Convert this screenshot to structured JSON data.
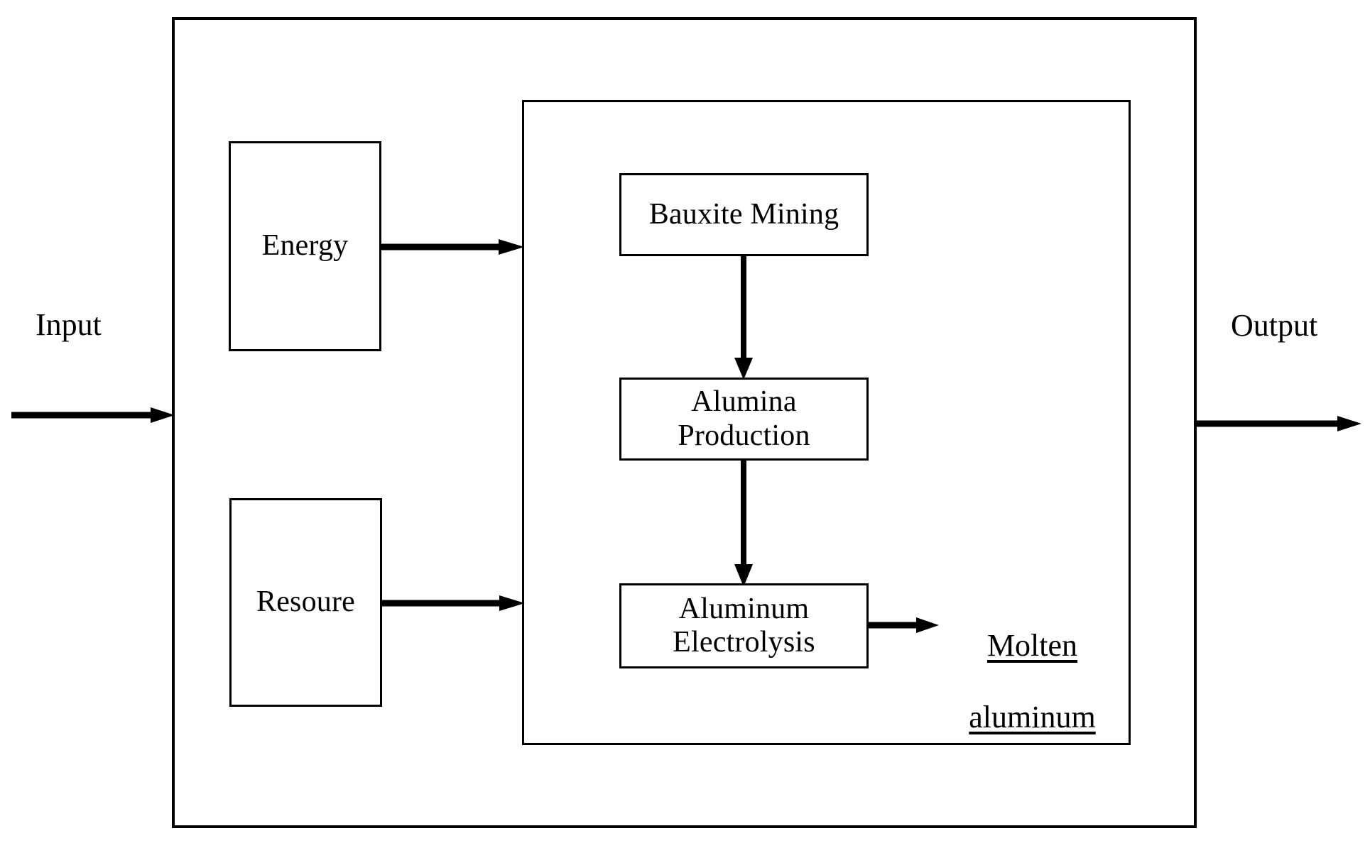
{
  "diagram": {
    "title": "Aluminum production process black-box flow diagram",
    "frames": {
      "outer": {
        "name": "system-boundary"
      },
      "inner": {
        "name": "process-boundary"
      }
    },
    "input_label": "Input",
    "output_label": "Output",
    "resources": [
      {
        "id": "energy",
        "label": "Energy"
      },
      {
        "id": "resoure",
        "label": "Resoure"
      }
    ],
    "process_steps": [
      {
        "id": "bauxite-mining",
        "label": "Bauxite Mining"
      },
      {
        "id": "alumina-production",
        "label": "Alumina\nProduction"
      },
      {
        "id": "aluminum-electrolysis",
        "label": "Aluminum\nElectrolysis"
      }
    ],
    "product": {
      "id": "molten-aluminum",
      "line1": "Molten",
      "line2": "aluminum"
    },
    "colors": {
      "stroke": "#000000",
      "background": "#ffffff",
      "text": "#000000"
    }
  },
  "chart_data": {
    "type": "diagram",
    "title": "Aluminum production black-box flow diagram",
    "nodes": [
      {
        "id": "energy",
        "label": "Energy",
        "kind": "input-resource"
      },
      {
        "id": "resoure",
        "label": "Resoure",
        "kind": "input-resource"
      },
      {
        "id": "bauxite-mining",
        "label": "Bauxite Mining",
        "kind": "process"
      },
      {
        "id": "alumina-production",
        "label": "Alumina Production",
        "kind": "process"
      },
      {
        "id": "aluminum-electrolysis",
        "label": "Aluminum Electrolysis",
        "kind": "process"
      },
      {
        "id": "molten-aluminum",
        "label": "Molten aluminum",
        "kind": "product"
      }
    ],
    "edges": [
      {
        "from": "input",
        "to": "system-boundary",
        "label": "Input"
      },
      {
        "from": "energy",
        "to": "process-boundary",
        "label": ""
      },
      {
        "from": "resoure",
        "to": "process-boundary",
        "label": ""
      },
      {
        "from": "bauxite-mining",
        "to": "alumina-production",
        "label": ""
      },
      {
        "from": "alumina-production",
        "to": "aluminum-electrolysis",
        "label": ""
      },
      {
        "from": "aluminum-electrolysis",
        "to": "molten-aluminum",
        "label": ""
      },
      {
        "from": "system-boundary",
        "to": "output",
        "label": "Output"
      }
    ]
  }
}
